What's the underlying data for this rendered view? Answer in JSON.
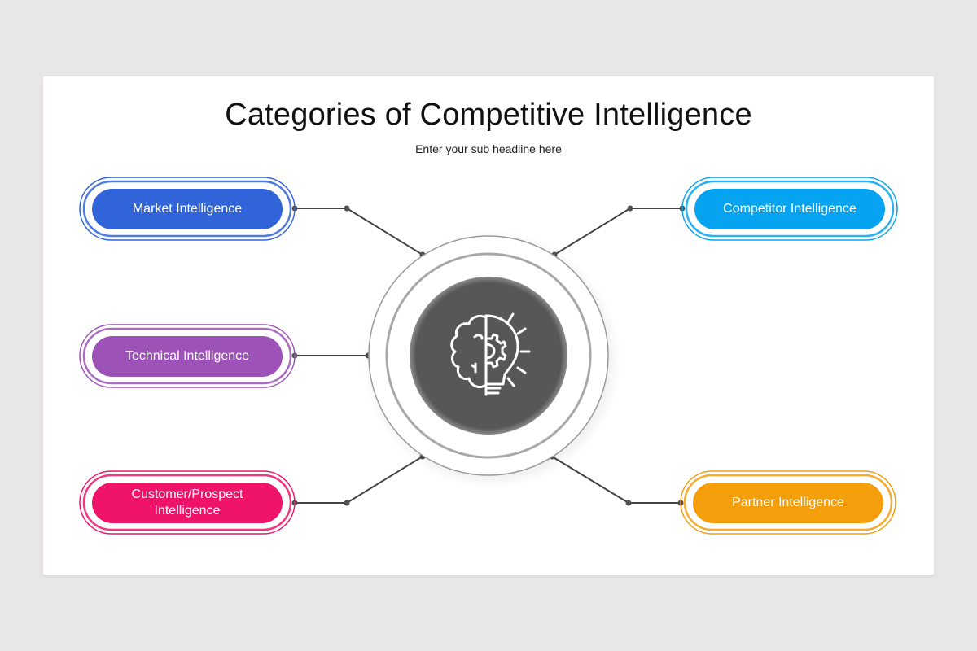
{
  "slide": {
    "title": "Categories of Competitive Intelligence",
    "subtitle": "Enter your sub headline here"
  },
  "center": {
    "icon": "brain-lightbulb-gear-icon",
    "disc_color": "#575757"
  },
  "categories": [
    {
      "label": "Market Intelligence",
      "color": "#3164d9",
      "position": "top-left"
    },
    {
      "label": "Technical Intelligence",
      "color": "#9c52b6",
      "position": "middle-left"
    },
    {
      "label": "Customer/Prospect Intelligence",
      "line1": "Customer/Prospect",
      "line2": "Intelligence",
      "color": "#f0136a",
      "position": "bottom-left"
    },
    {
      "label": "Competitor Intelligence",
      "color": "#06a3f1",
      "position": "top-right"
    },
    {
      "label": "Partner Intelligence",
      "color": "#f59e0c",
      "position": "bottom-right"
    }
  ]
}
